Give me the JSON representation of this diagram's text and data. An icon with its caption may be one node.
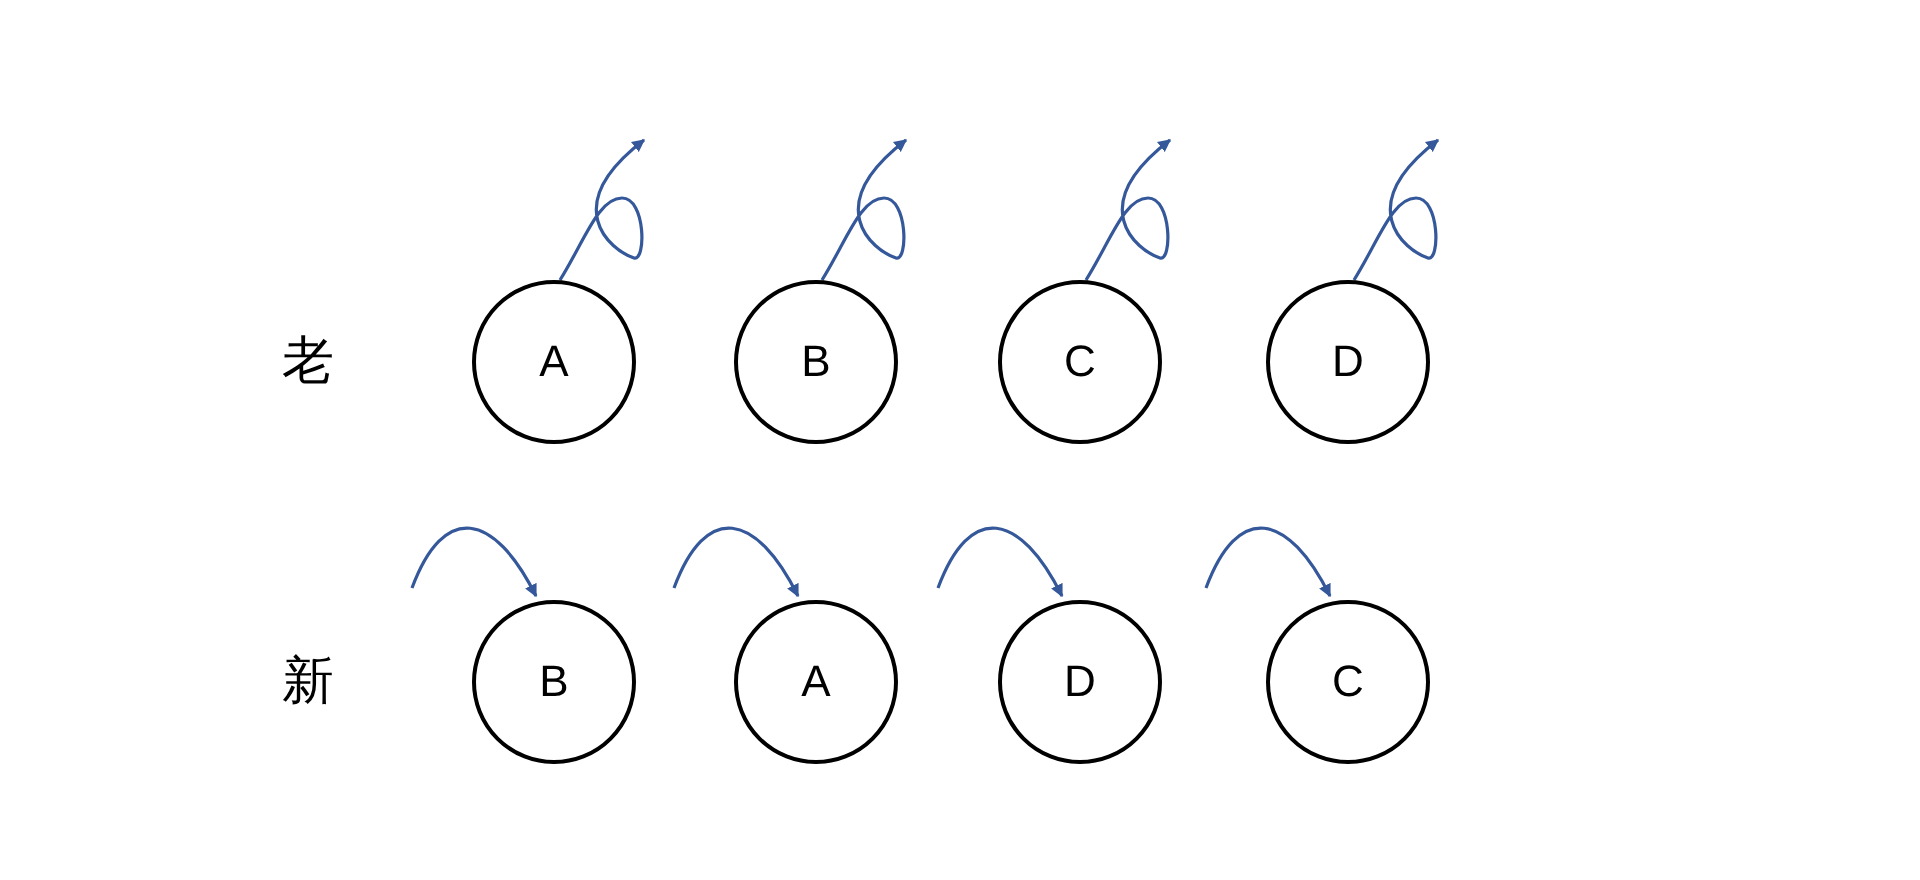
{
  "diagram": {
    "nodes": [
      {
        "text": [
          "A"
        ]
      },
      {
        "text": [
          "B"
        ]
      },
      {
        "text": [
          "C"
        ]
      },
      {
        "text": [
          "D"
        ]
      },
      {
        "text": [
          "B"
        ]
      },
      {
        "text": [
          "A"
        ]
      },
      {
        "text": [
          "D"
        ]
      },
      {
        "text": [
          "C"
        ]
      }
    ],
    "edges": [
      {
        "from": 0,
        "to": null,
        "arrow": "to"
      },
      {
        "from": 1,
        "to": null,
        "arrow": "to"
      },
      {
        "from": 2,
        "to": null,
        "arrow": "to"
      },
      {
        "from": 3,
        "to": null,
        "arrow": "to"
      },
      {
        "from": null,
        "to": 4,
        "arrow": "to"
      },
      {
        "from": null,
        "to": 5,
        "arrow": "to"
      },
      {
        "from": null,
        "to": 6,
        "arrow": "to"
      },
      {
        "from": null,
        "to": 7,
        "arrow": "to"
      }
    ],
    "labels": [
      "老",
      "新"
    ]
  }
}
